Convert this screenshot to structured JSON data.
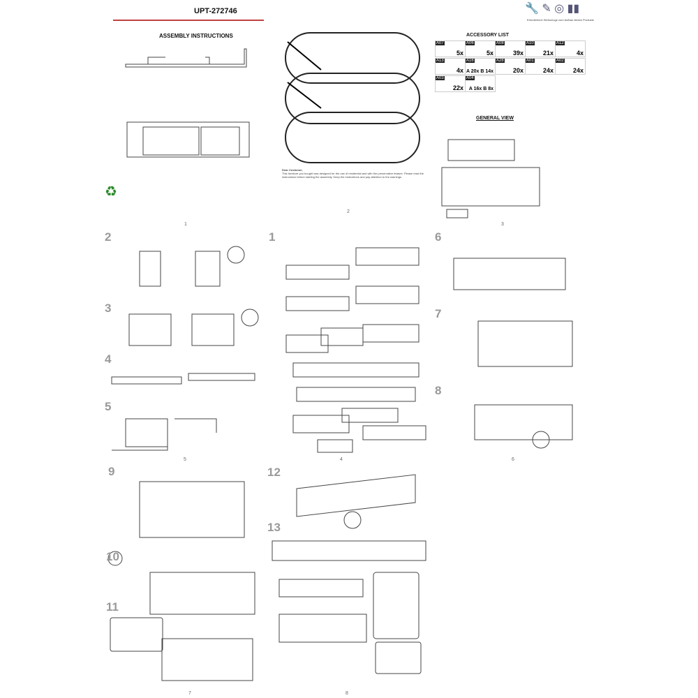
{
  "header": {
    "model": "UPT-272746",
    "title": "ASSEMBLY INSTRUCTIONS",
    "tools_caption": "Erforderliche Werkzeuge zum Aufbau dieses Produkts"
  },
  "accessory_list": {
    "title": "ACCESSORY LIST",
    "items": [
      {
        "code": "A07",
        "qty": "5x"
      },
      {
        "code": "A06",
        "qty": "5x"
      },
      {
        "code": "A08",
        "qty": "39x"
      },
      {
        "code": "A10",
        "qty": "21x"
      },
      {
        "code": "A12",
        "qty": "4x"
      },
      {
        "code": "A13",
        "qty": "4x"
      },
      {
        "code": "A16",
        "qty": "A 20x  B 14x"
      },
      {
        "code": "A28",
        "qty": "20x"
      },
      {
        "code": "A01",
        "qty": "24x"
      },
      {
        "code": "A02",
        "qty": "24x"
      },
      {
        "code": "A03",
        "qty": "22x"
      },
      {
        "code": "A04",
        "qty": "A 16x  B 8x"
      }
    ]
  },
  "general_view": {
    "title": "GENERAL VIEW"
  },
  "customer_note": {
    "title": "Dear Customer,",
    "body": "This furniture you bought was designed for the use of residential and with the preservative feature. Please read the instructions before starting the assembly. Keep the instructions and pay attention to the warnings."
  },
  "steps": [
    "1",
    "2",
    "3",
    "4",
    "5",
    "6",
    "7",
    "8",
    "9",
    "10",
    "11",
    "12",
    "13"
  ],
  "page_numbers": [
    "1",
    "2",
    "3",
    "4",
    "5",
    "6",
    "7",
    "8"
  ]
}
